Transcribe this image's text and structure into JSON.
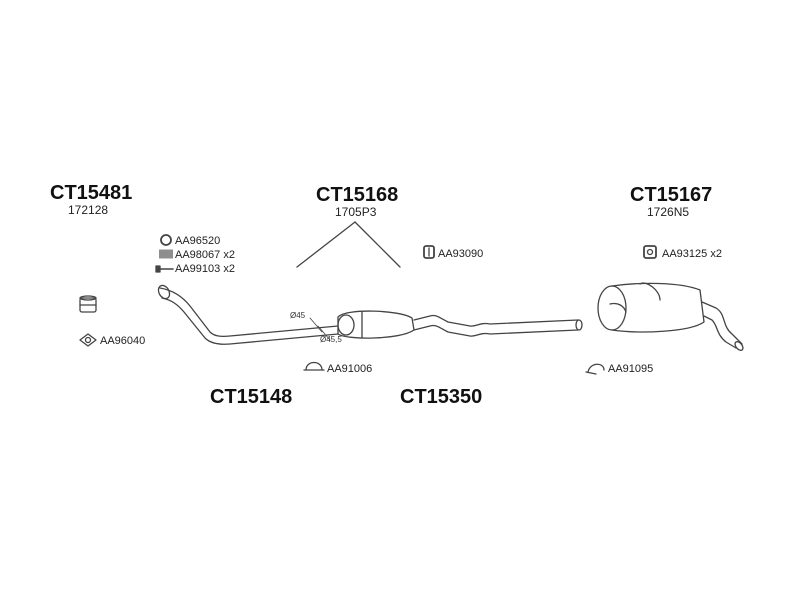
{
  "groups": {
    "front_pipe": {
      "code": "CT15481",
      "ref": "172128"
    },
    "middle_box": {
      "code": "CT15168",
      "ref": "1705P3"
    },
    "rear_box": {
      "code": "CT15167",
      "ref": "1726N5"
    },
    "downpipe": {
      "code": "CT15148"
    },
    "mid_section": {
      "code": "CT15350"
    }
  },
  "parts": {
    "gasket_ring": "AA96520",
    "springs": "AA98067 x2",
    "bolts": "AA99103 x2",
    "flange_gasket": "AA96040",
    "clamp_mid": "AA91006",
    "rubber_mount_mid": "AA93090",
    "rubber_mount_rear": "AA93125 x2",
    "clamp_rear": "AA91095"
  },
  "dimensions": {
    "d1": "Ø45",
    "d2": "Ø45,5"
  },
  "colors": {
    "line": "#444444",
    "text": "#111111"
  },
  "icons": {
    "ring": "gasket-ring-icon",
    "spring": "spring-icon",
    "bolt": "bolt-icon",
    "bush": "rubber-bush-icon",
    "flange": "flange-gasket-icon",
    "clamp": "clamp-icon",
    "mount": "rubber-mount-icon"
  }
}
